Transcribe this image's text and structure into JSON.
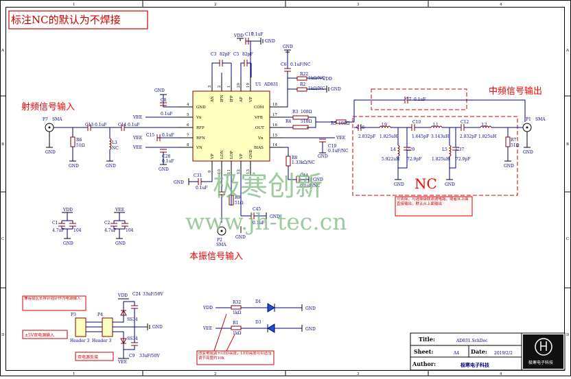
{
  "frame": {
    "columns": [
      "1",
      "2",
      "3",
      "4"
    ],
    "rows": [
      "A",
      "B",
      "C",
      "D"
    ]
  },
  "title_note": "标注NC的默认为不焊接",
  "annotations": {
    "rf_input": "射频信号输入",
    "if_output": "中频信号输出",
    "lo_input": "本振信号输入",
    "nc_big": "NC",
    "nc_note": "可去除，可选择级联滤波电路，或者从上面直接输出，默认从上面输出",
    "power_note_1": "兼容扇区长排针插针作为电源输入",
    "power_note_2": "±5V双电源输入",
    "power_note_3": "双电源反接",
    "led_note": "改变电阻调节LED亮度，LED亮度可以适当调节亮度约10k"
  },
  "watermark": {
    "cn": "极寒创新",
    "url": "www.jh-tec.cn"
  },
  "ic": {
    "ref": "U1",
    "part": "AD831",
    "left_pins": [
      {
        "num": "4",
        "name": "GND"
      },
      {
        "num": "5",
        "name": "Vn"
      },
      {
        "num": "6",
        "name": "RFP"
      },
      {
        "num": "7",
        "name": "RFN"
      },
      {
        "num": "8",
        "name": "VN"
      }
    ],
    "right_pins": [
      {
        "num": "18",
        "name": "COM"
      },
      {
        "num": "17",
        "name": "VFB"
      },
      {
        "num": "16",
        "name": "OUT"
      },
      {
        "num": "15",
        "name": "Vn"
      },
      {
        "num": "14",
        "name": "BIAS"
      }
    ],
    "top_pins": [
      {
        "num": "3",
        "name": "AN"
      },
      {
        "num": "2",
        "name": "IFN"
      },
      {
        "num": "1",
        "name": "IFP"
      },
      {
        "num": "20",
        "name": "AP"
      },
      {
        "num": "19",
        "name": "VP"
      }
    ],
    "bottom_pins": [
      {
        "num": "9",
        "name": "VP"
      },
      {
        "num": "10",
        "name": "LON"
      },
      {
        "num": "11",
        "name": "LOP"
      },
      {
        "num": "12",
        "name": "VP"
      },
      {
        "num": "13",
        "name": "GND"
      }
    ]
  },
  "nets": {
    "vdd": "VDD",
    "vee": "VEE",
    "gnd": "GND"
  },
  "parts": {
    "C3": [
      "C3",
      "82pF"
    ],
    "C5": [
      "C5",
      "82pF"
    ],
    "C17": [
      "C17",
      "0.1uF"
    ],
    "C6": [
      "C6",
      "0.1uF/NC"
    ],
    "R22": [
      "R22",
      "1kΩ/NC"
    ],
    "R2": [
      "R2",
      "1kΩ/NC"
    ],
    "R3": [
      "R3",
      "100Ω"
    ],
    "R4": [
      "R4",
      "510Ω"
    ],
    "R5": [
      "R5",
      "100Ω"
    ],
    "C8": [
      "C8",
      "0.1uF"
    ],
    "C13": [
      "C13",
      "0.1uF"
    ],
    "C14": [
      "C14",
      "0.1uF"
    ],
    "C15": [
      "C15",
      "0.1uF"
    ],
    "C28": [
      "C28",
      "0.1uF"
    ],
    "R6": [
      "R6",
      "51Ω"
    ],
    "L3": [
      "L3",
      "NC"
    ],
    "C19": [
      "C19",
      "0.1uF/NC"
    ],
    "R8": [
      "R8",
      "1.33kΩ/NC"
    ],
    "C44": [
      "C44",
      "0.1uF/NC"
    ],
    "C31": [
      "C31",
      "0.1uF"
    ],
    "C45": [
      "C45",
      "0.1uF"
    ],
    "R9": [
      "R9",
      "51Ω"
    ],
    "C7": [
      "C7",
      "0.1uF"
    ],
    "C16": [
      "C16",
      "2.832pF"
    ],
    "L9": [
      "L9",
      "1.825uH"
    ],
    "C10": [
      "C10",
      "1.645pF"
    ],
    "L1": [
      "L1",
      "3.143uH"
    ],
    "C12": [
      "C12",
      "2.832pF"
    ],
    "L2": [
      "L2",
      "1.825uH"
    ],
    "L4": [
      "L4",
      "5.922uH"
    ],
    "C20": [
      "C20",
      "72.9pF"
    ],
    "L5": [
      "L5",
      "1.825uH"
    ],
    "C37": [
      "C37",
      "72.9pF"
    ],
    "R7": [
      "R7",
      "51Ω"
    ],
    "C1": [
      "C1",
      "4.7uF",
      "104"
    ],
    "C2": [
      "C2",
      "4.7uF",
      "104"
    ],
    "C24": [
      "C24",
      "33uF/50V"
    ],
    "C9": [
      "C9",
      "33uF/50V"
    ],
    "R32": [
      "R32",
      "1kΩ"
    ],
    "R1": [
      "R1",
      "1kΩ"
    ],
    "D1": "D1",
    "D3": "D3",
    "D_SS34a": "SS34",
    "D_SS34b": "SS34"
  },
  "connectors": {
    "P7": [
      "P7",
      "SMA"
    ],
    "P1": [
      "P1",
      "SMA"
    ],
    "P2": [
      "P2",
      "SMA"
    ],
    "P3": [
      "P3",
      "Header 3"
    ],
    "P4": [
      "P4",
      "Header 3"
    ]
  },
  "title_block": {
    "title_label": "Title:",
    "title_value": "AD831.SchDoc",
    "sheet_label": "Sheet:",
    "sheet_value": "A4",
    "date_label": "Date:",
    "date_value": "2019/2/2",
    "author_label": "Author:",
    "author_value": "极寒电子科技",
    "logo_text": "极寒电子科技"
  }
}
